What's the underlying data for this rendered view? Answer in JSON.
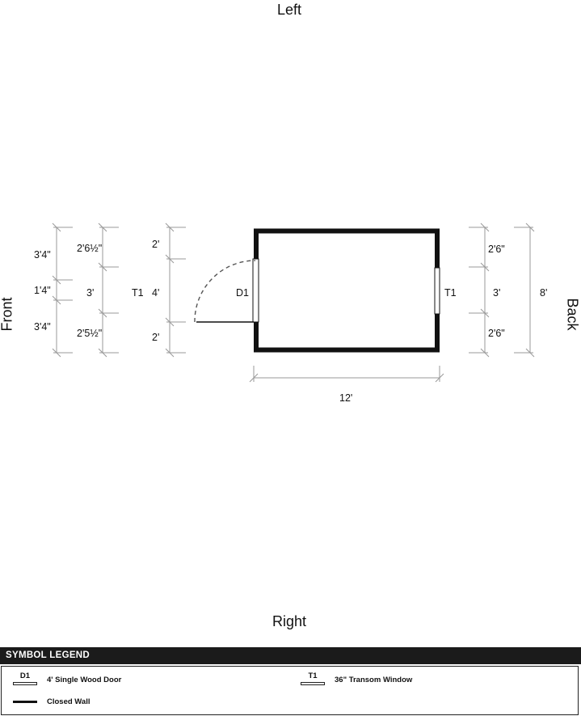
{
  "sides": {
    "top": "Left",
    "bottom": "Right",
    "left": "Front",
    "right": "Back"
  },
  "front_dims": {
    "col1": [
      "3'4\"",
      "1'4\"",
      "3'4\""
    ],
    "col2": [
      "2'6½\"",
      "3'",
      "2'5½\""
    ],
    "col2_tag": "T1",
    "col3": [
      "2'",
      "4'",
      "2'"
    ]
  },
  "door_tag": "D1",
  "back_window_tag": "T1",
  "back_dims": {
    "col1": [
      "2'6\"",
      "3'",
      "2'6\""
    ],
    "total": "8'"
  },
  "width_dim": "12'",
  "legend": {
    "title": "SYMBOL LEGEND",
    "items": [
      {
        "code": "D1",
        "label": "4' Single Wood Door"
      },
      {
        "code": "T1",
        "label": "36\" Transom Window"
      },
      {
        "code": "",
        "label": "Closed Wall"
      }
    ]
  }
}
